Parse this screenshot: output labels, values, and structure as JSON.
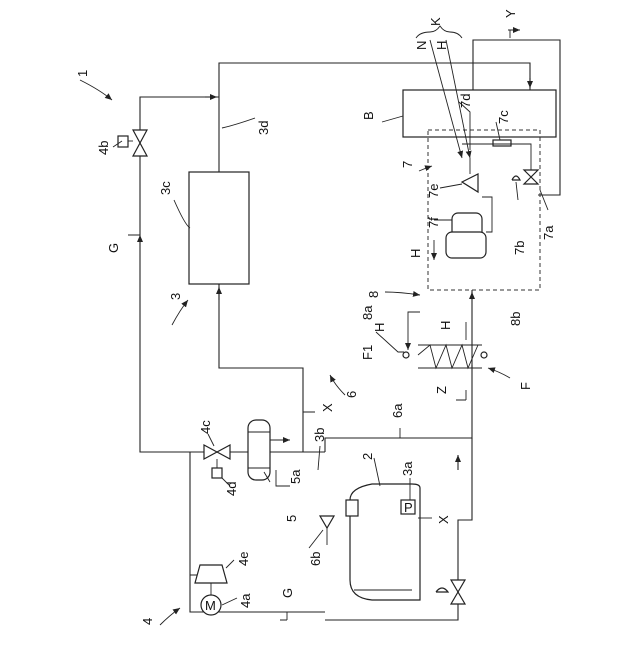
{
  "figure": {
    "labels": {
      "system": "1",
      "unit_B": "B",
      "K": "K",
      "N": "N",
      "H": "H",
      "Y": "Y",
      "G": "G",
      "X": "X",
      "Z": "Z",
      "F": "F",
      "F1": "F1",
      "P": "P",
      "n2": "2",
      "n3": "3",
      "n3a": "3a",
      "n3b": "3b",
      "n3c": "3c",
      "n3d": "3d",
      "n4": "4",
      "n4a": "4a",
      "n4b": "4b",
      "n4c": "4c",
      "n4d": "4d",
      "n4e": "4e",
      "n5": "5",
      "n5a": "5a",
      "n6": "6",
      "n6a": "6a",
      "n6b": "6b",
      "n7": "7",
      "n7a": "7a",
      "n7b": "7b",
      "n7c": "7c",
      "n7d": "7d",
      "n7e": "7e",
      "n7f": "7f",
      "n8": "8",
      "n8a": "8a",
      "n8b": "8b",
      "motor": "M"
    }
  }
}
